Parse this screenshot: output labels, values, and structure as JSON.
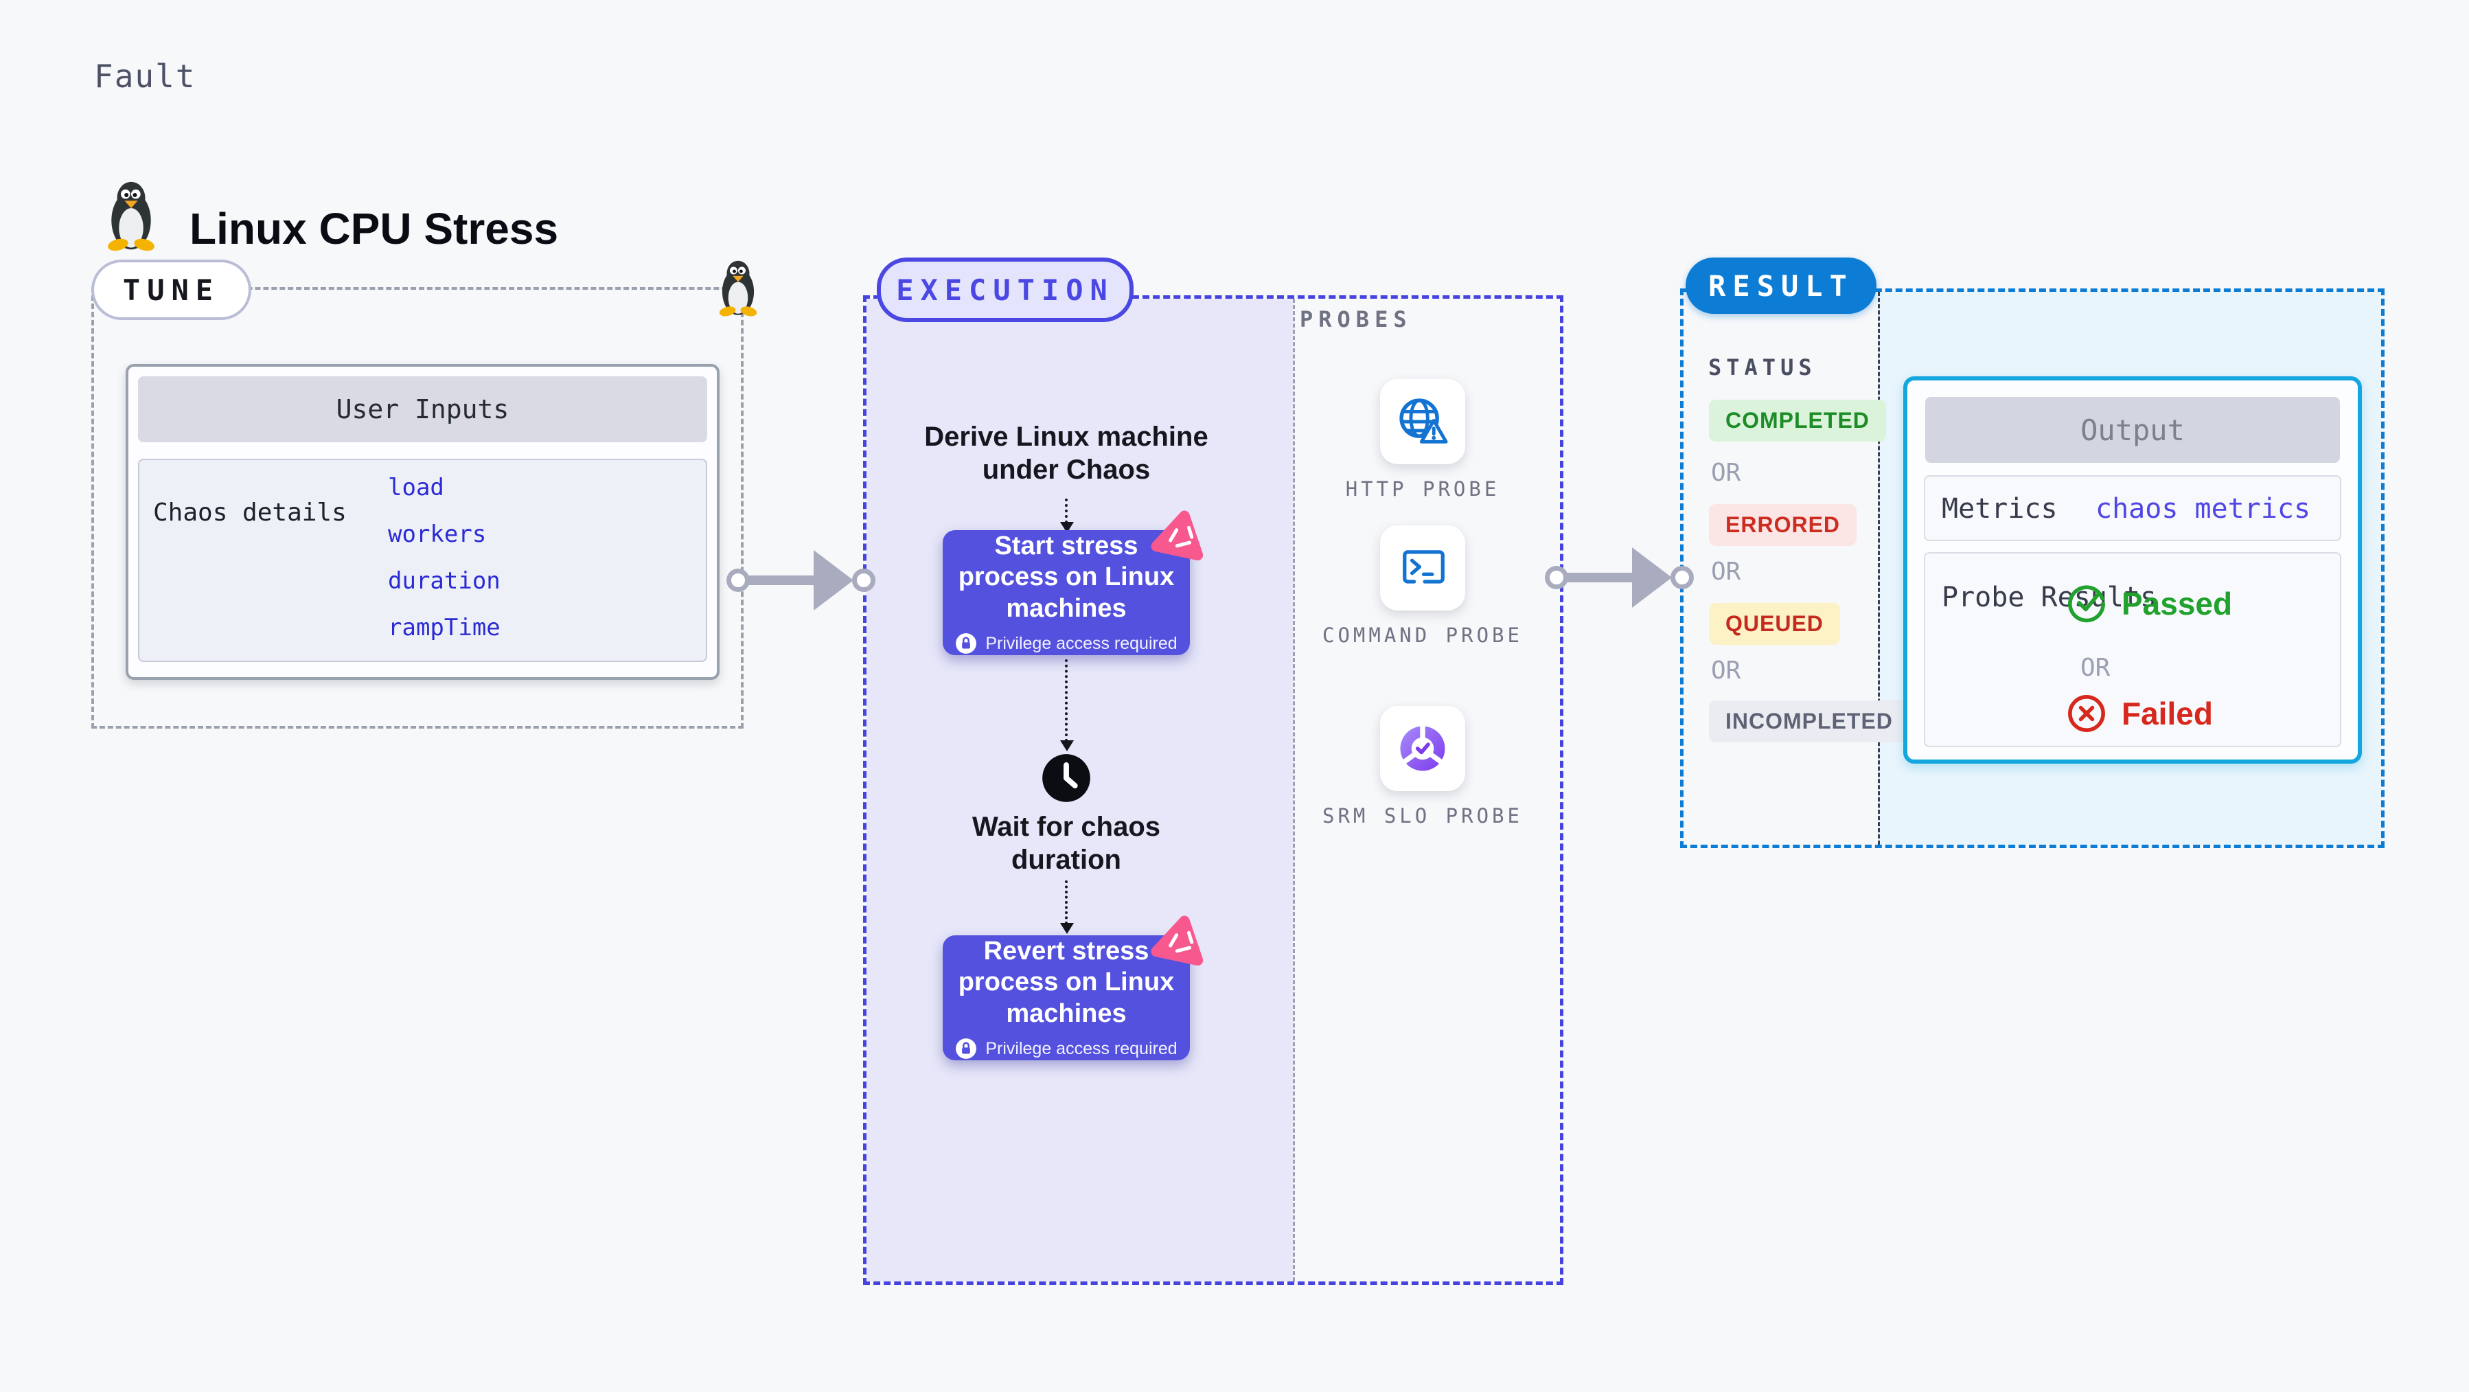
{
  "header": {
    "fault_label": "Fault",
    "title": "Linux CPU Stress"
  },
  "tune": {
    "badge": "TUNE",
    "user_inputs_title": "User Inputs",
    "chaos_details_label": "Chaos details",
    "inputs": [
      "load",
      "workers",
      "duration",
      "rampTime"
    ]
  },
  "execution": {
    "badge": "EXECUTION",
    "derive_text": "Derive Linux machine under Chaos",
    "start_node_label": "Start stress process on Linux machines",
    "wait_text": "Wait for chaos duration",
    "revert_node_label": "Revert stress process on Linux machines",
    "privilege_note": "Privilege access required"
  },
  "probes": {
    "label": "PROBES",
    "items": [
      {
        "label": "HTTP PROBE",
        "icon": "globe-alert-icon"
      },
      {
        "label": "COMMAND PROBE",
        "icon": "terminal-icon"
      },
      {
        "label": "SRM SLO PROBE",
        "icon": "slo-pie-check-icon"
      }
    ]
  },
  "result": {
    "badge": "RESULT",
    "status_label": "STATUS",
    "or_label": "OR",
    "statuses": [
      {
        "label": "COMPLETED",
        "type": "success"
      },
      {
        "label": "ERRORED",
        "type": "error"
      },
      {
        "label": "QUEUED",
        "type": "warning"
      },
      {
        "label": "INCOMPLETED",
        "type": "neutral"
      }
    ],
    "output": {
      "title": "Output",
      "metrics_label": "Metrics",
      "metrics_link": "chaos metrics",
      "probe_results_label": "Probe Results",
      "passed_label": "Passed",
      "failed_label": "Failed"
    }
  },
  "icons": {
    "fault_icon": "tux-penguin",
    "node_lock_icon": "lock",
    "wait_icon": "clock",
    "node_corner_icon": "chaos-pink-triangle"
  },
  "colors": {
    "page_bg": "#f7f8fa",
    "indigo_border": "#4643df",
    "indigo_node": "#5351de",
    "lavender_fill": "#e7e7f9",
    "result_blue": "#0c7cd5",
    "result_fill": "#e9f5fc",
    "output_border": "#14a6de",
    "link_indigo": "#4f46e5",
    "pink_accent": "#f7598e",
    "success_green": "#1d8c27",
    "error_red": "#cd2c20",
    "probe_icon_blue": "#1273d2"
  }
}
